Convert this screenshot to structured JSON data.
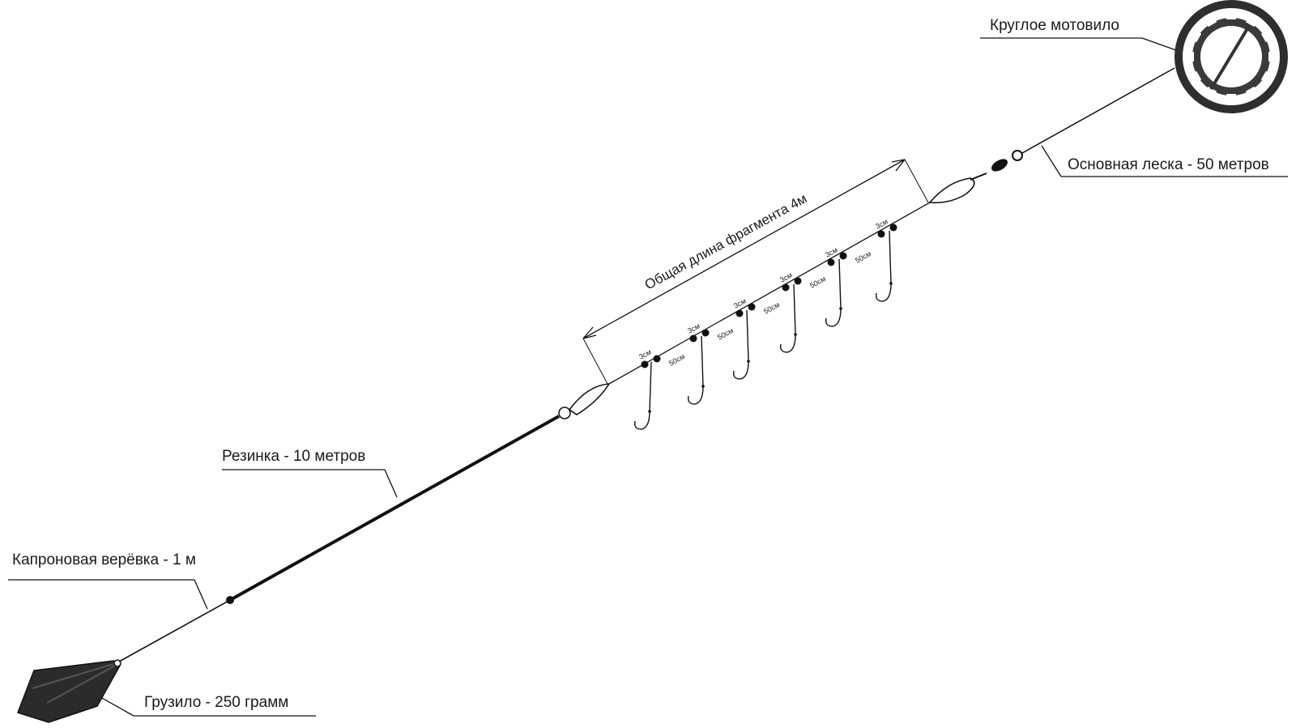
{
  "labels": {
    "reel": "Круглое мотовило",
    "main_line": "Основная леска - 50 метров",
    "elastic": "Резинка - 10 метров",
    "rope": "Капроновая верёвка - 1 м",
    "sinker": "Грузило - 250 грамм",
    "fragment_length": "Общая длина фрагмента 4м"
  },
  "leaders": [
    {
      "gap": "3см",
      "spacing": "50см"
    },
    {
      "gap": "3см",
      "spacing": "50см"
    },
    {
      "gap": "3см",
      "spacing": "50см"
    },
    {
      "gap": "3см",
      "spacing": "50см"
    },
    {
      "gap": "3см",
      "spacing": "50см"
    },
    {
      "gap": "3см",
      "spacing": ""
    }
  ]
}
